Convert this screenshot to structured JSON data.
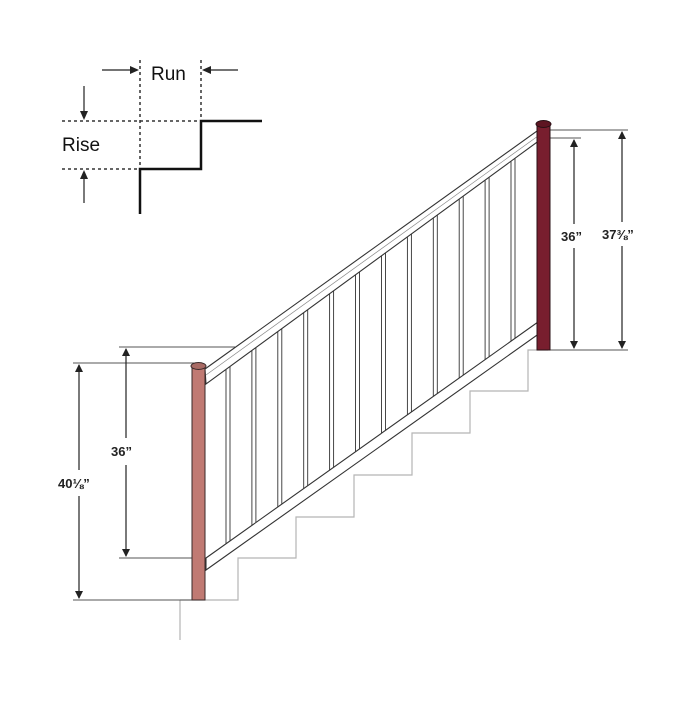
{
  "legend": {
    "run_label": "Run",
    "rise_label": "Rise"
  },
  "dimensions": {
    "left_rail_height": "36”",
    "left_post_height": "40⅛”",
    "right_rail_height": "36”",
    "right_post_height": "37⅜”"
  },
  "colors": {
    "left_post": "#c07a73",
    "left_post_cap": "#a86a64",
    "right_post": "#781e2e",
    "right_post_cap": "#5e1522",
    "rail": "#ffffff",
    "line": "#333333",
    "dim_line": "#555555"
  },
  "balusters": 12
}
